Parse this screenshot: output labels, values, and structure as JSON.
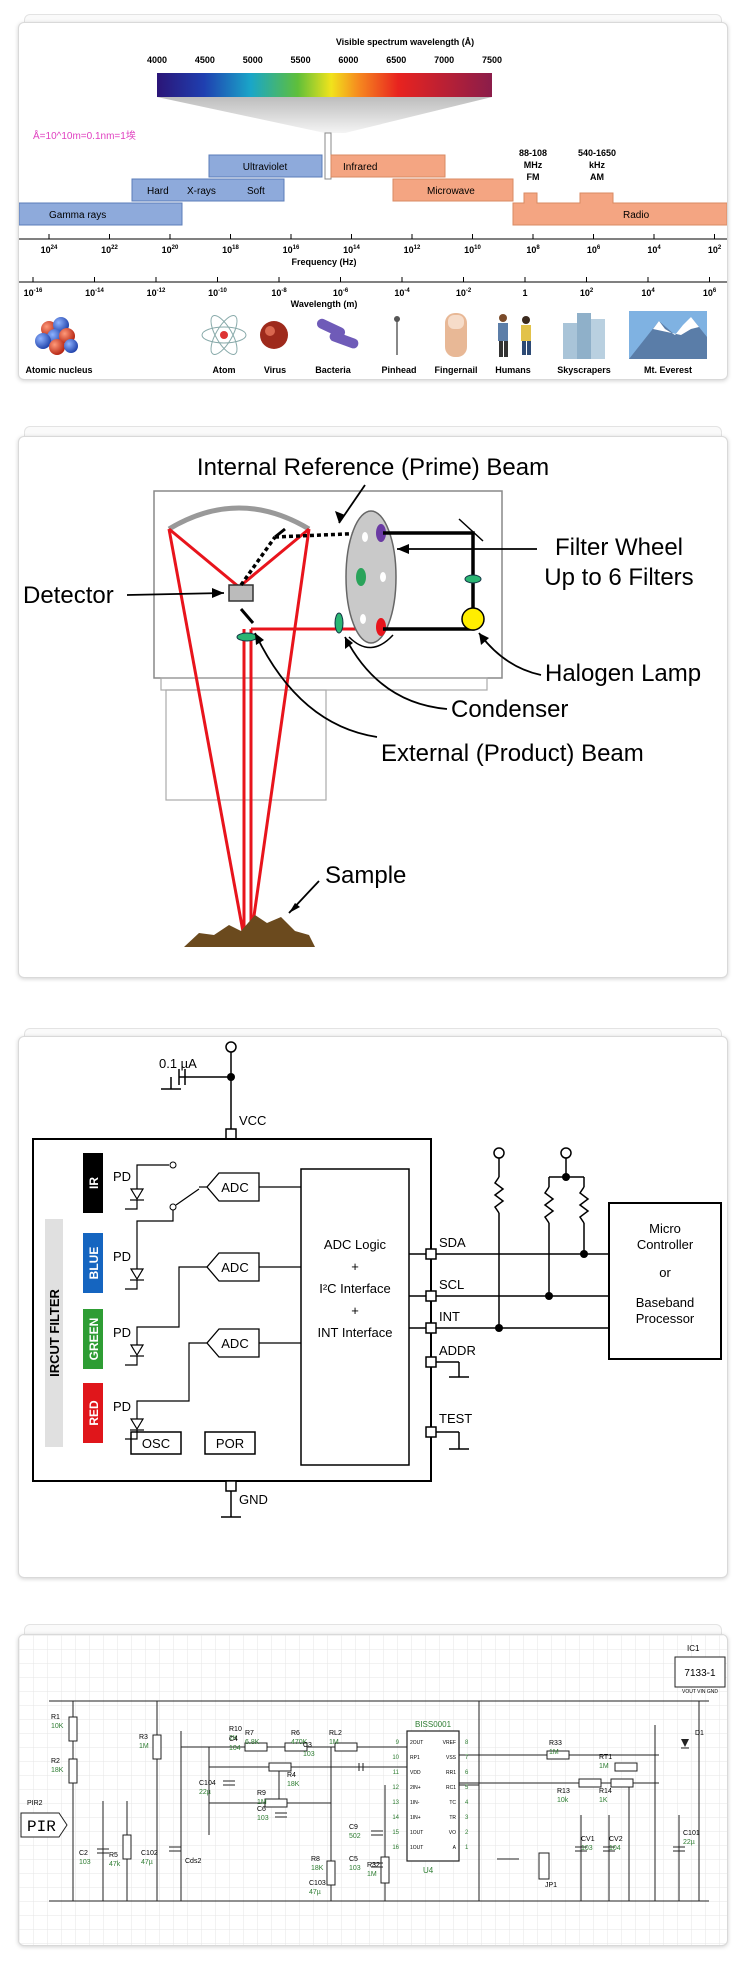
{
  "spectrum": {
    "visible_title": "Visible spectrum wavelength (Å)",
    "visible_ticks": [
      "4000",
      "4500",
      "5000",
      "5500",
      "6000",
      "6500",
      "7000",
      "7500"
    ],
    "angstrom_note": "Å=10^10m=0.1nm=1埃",
    "bands": {
      "gamma": "Gamma rays",
      "hard": "Hard",
      "xrays": "X-rays",
      "soft": "Soft",
      "ultraviolet": "Ultraviolet",
      "infrared": "Infrared",
      "microwave": "Microwave",
      "radio": "Radio"
    },
    "fm_label": [
      "88-108",
      "MHz",
      "FM"
    ],
    "am_label": [
      "540-1650",
      "kHz",
      "AM"
    ],
    "freq_ticks": [
      {
        "base": "10",
        "exp": "24"
      },
      {
        "base": "10",
        "exp": "22"
      },
      {
        "base": "10",
        "exp": "20"
      },
      {
        "base": "10",
        "exp": "18"
      },
      {
        "base": "10",
        "exp": "16"
      },
      {
        "base": "10",
        "exp": "14"
      },
      {
        "base": "10",
        "exp": "12"
      },
      {
        "base": "10",
        "exp": "10"
      },
      {
        "base": "10",
        "exp": "8"
      },
      {
        "base": "10",
        "exp": "6"
      },
      {
        "base": "10",
        "exp": "4"
      },
      {
        "base": "10",
        "exp": "2"
      }
    ],
    "freq_label": "Frequency (Hz)",
    "wave_ticks": [
      {
        "base": "10",
        "exp": "-16"
      },
      {
        "base": "10",
        "exp": "-14"
      },
      {
        "base": "10",
        "exp": "-12"
      },
      {
        "base": "10",
        "exp": "-10"
      },
      {
        "base": "10",
        "exp": "-8"
      },
      {
        "base": "10",
        "exp": "-6"
      },
      {
        "base": "10",
        "exp": "-4"
      },
      {
        "base": "10",
        "exp": "-2"
      },
      {
        "base": "1",
        "exp": ""
      },
      {
        "base": "10",
        "exp": "2"
      },
      {
        "base": "10",
        "exp": "4"
      },
      {
        "base": "10",
        "exp": "6"
      }
    ],
    "wave_label": "Wavelength (m)",
    "objects": [
      "Atomic nucleus",
      "Atom",
      "Virus",
      "Bacteria",
      "Pinhead",
      "Fingernail",
      "Humans",
      "Skyscrapers",
      "Mt. Everest"
    ],
    "colors": {
      "gamma": "#8eaadb",
      "infrared": "#f4a582",
      "accent_note": "#e040c0"
    }
  },
  "beam": {
    "title": "Internal Reference (Prime) Beam",
    "filter_wheel": [
      "Filter Wheel",
      "Up to 6 Filters"
    ],
    "detector": "Detector",
    "halogen": "Halogen Lamp",
    "condenser": "Condenser",
    "external": "External (Product) Beam",
    "sample": "Sample",
    "colors": {
      "beam": "#e8141c",
      "lamp": "#ffee00",
      "lens": "#2bb673",
      "sample": "#6b4a1e"
    }
  },
  "sensor": {
    "cap_value": "0.1 µA",
    "vcc": "VCC",
    "gnd": "GND",
    "filter_side": "IRCUT FILTER",
    "channels": [
      {
        "name": "IR",
        "color": "#000000"
      },
      {
        "name": "BLUE",
        "color": "#1565c0"
      },
      {
        "name": "GREEN",
        "color": "#2e9d34"
      },
      {
        "name": "RED",
        "color": "#e0161b"
      }
    ],
    "pd": "PD",
    "adc": "ADC",
    "logic": [
      "ADC Logic",
      "+",
      "I²C Interface",
      "+",
      "INT Interface"
    ],
    "pins": [
      "SDA",
      "SCL",
      "INT",
      "ADDR",
      "TEST"
    ],
    "osc": "OSC",
    "por": "POR",
    "micro": [
      "Micro",
      "Controller",
      "or",
      "Baseband",
      "Processor"
    ]
  },
  "pir": {
    "pir_label": "PIR",
    "ic1": "IC1",
    "reg_part": "7133-1",
    "reg_pins": "VOUT VIN GND",
    "chip": "BISS0001",
    "u4": "U4",
    "left_pins": [
      "9",
      "10",
      "11",
      "12",
      "13",
      "14",
      "15",
      "16"
    ],
    "left_pin_names": [
      "2OUT",
      "RP1",
      "VDD",
      "2IN+",
      "1IN-",
      "1IN+",
      "1OUT",
      "1OUT"
    ],
    "right_pins": [
      "8",
      "7",
      "6",
      "5",
      "4",
      "3",
      "2",
      "1"
    ],
    "right_pin_names": [
      "VREF",
      "VSS",
      "RR1",
      "RC1",
      "TC",
      "TR",
      "VO",
      "A"
    ],
    "components": [
      {
        "ref": "R1",
        "val": "10K"
      },
      {
        "ref": "R2",
        "val": "18K"
      },
      {
        "ref": "PIR2",
        "val": ""
      },
      {
        "ref": "C2",
        "val": "103"
      },
      {
        "ref": "R5",
        "val": "47k"
      },
      {
        "ref": "C102",
        "val": "47µ"
      },
      {
        "ref": "Cds2",
        "val": ""
      },
      {
        "ref": "R3",
        "val": "1M"
      },
      {
        "ref": "R10",
        "val": "2K"
      },
      {
        "ref": "C4",
        "val": "104"
      },
      {
        "ref": "C104",
        "val": "22µ"
      },
      {
        "ref": "R7",
        "val": "6.8K"
      },
      {
        "ref": "R6",
        "val": "470K"
      },
      {
        "ref": "C3",
        "val": "103"
      },
      {
        "ref": "RL2",
        "val": "1M"
      },
      {
        "ref": "R4",
        "val": "18K"
      },
      {
        "ref": "R9",
        "val": "1M"
      },
      {
        "ref": "C6",
        "val": "103"
      },
      {
        "ref": "R8",
        "val": "18K"
      },
      {
        "ref": "C103",
        "val": "47µ"
      },
      {
        "ref": "C9",
        "val": "502"
      },
      {
        "ref": "C5",
        "val": "103"
      },
      {
        "ref": "R32",
        "val": "1M"
      },
      {
        "ref": "R33",
        "val": "1M"
      },
      {
        "ref": "RT1",
        "val": "1M"
      },
      {
        "ref": "R13",
        "val": "10k"
      },
      {
        "ref": "R14",
        "val": "1K"
      },
      {
        "ref": "CV1",
        "val": "103"
      },
      {
        "ref": "CV2",
        "val": "104"
      },
      {
        "ref": "C101",
        "val": "22µ"
      },
      {
        "ref": "JP1",
        "val": ""
      },
      {
        "ref": "D1",
        "val": ""
      }
    ]
  }
}
